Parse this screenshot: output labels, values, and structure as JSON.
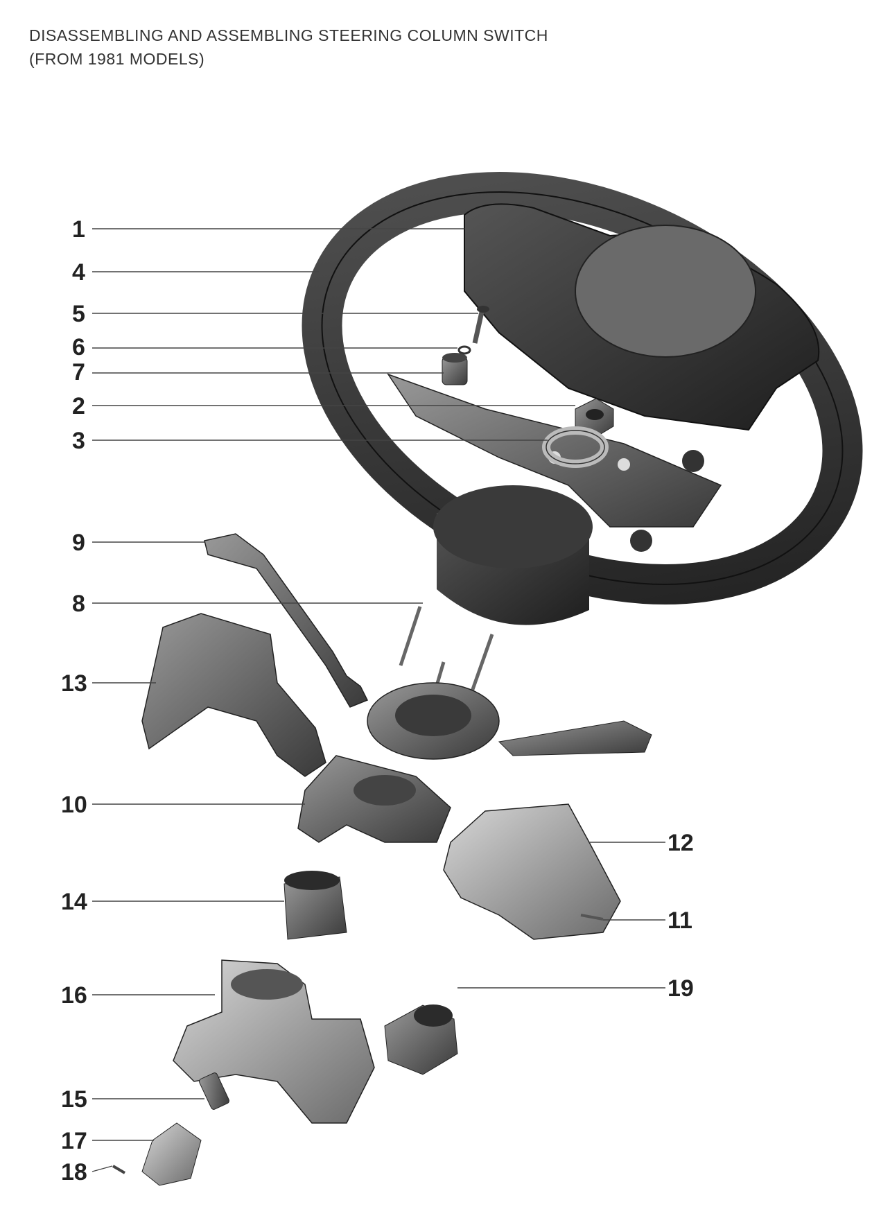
{
  "title": {
    "line1": "DISASSEMBLING AND ASSEMBLING STEERING COLUMN SWITCH",
    "line2": "(FROM 1981 MODELS)"
  },
  "callouts": {
    "c1": "1",
    "c2": "2",
    "c3": "3",
    "c4": "4",
    "c5": "5",
    "c6": "6",
    "c7": "7",
    "c8": "8",
    "c9": "9",
    "c10": "10",
    "c11": "11",
    "c12": "12",
    "c13": "13",
    "c14": "14",
    "c15": "15",
    "c16": "16",
    "c17": "17",
    "c18": "18",
    "c19": "19"
  },
  "colors": {
    "ink": "#222222",
    "part_dark": "#2b2b2b",
    "part_mid": "#6e6e6e",
    "part_light": "#b4b4b4"
  }
}
